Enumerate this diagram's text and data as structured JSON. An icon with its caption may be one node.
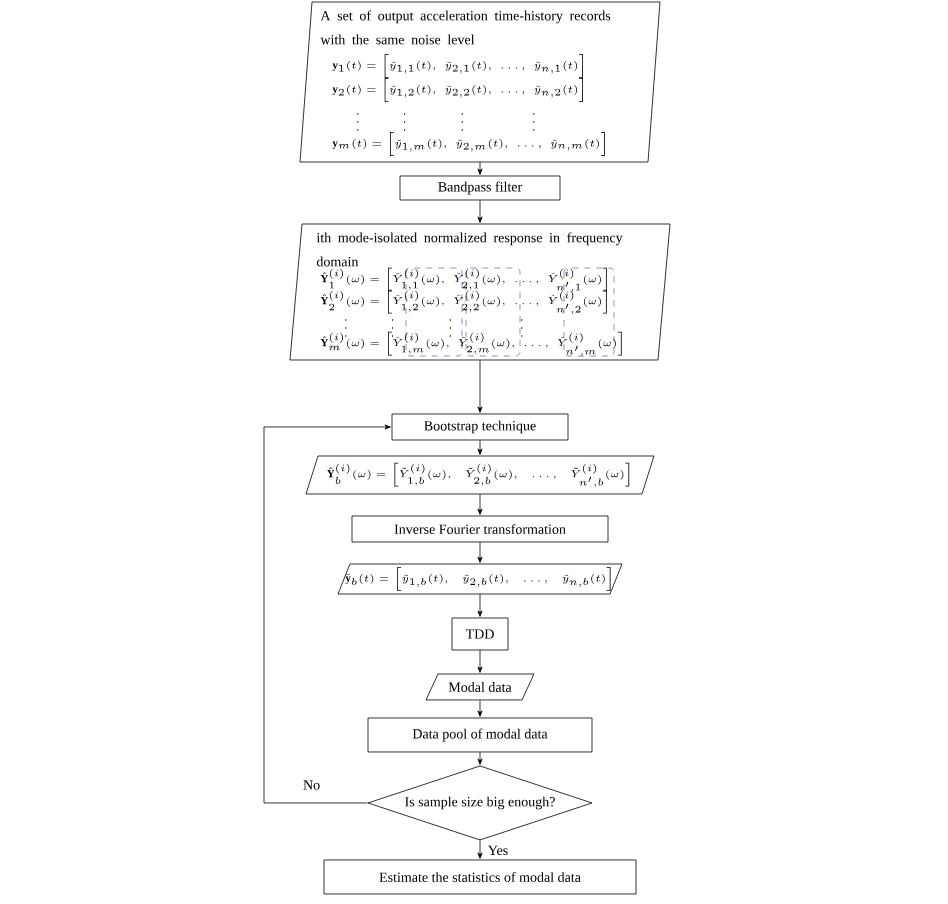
{
  "diagram": {
    "nodes": [
      {
        "text": [
          "A set of output acceleration time-history records with the same noise level",
          "\\mathbf{y}_1(t)=\\left[\\tilde{y}_{1,1}(t),\\ \\ \\tilde{y}_{2,1}(t),\\ \\ \\ldots,\\ \\ \\tilde{y}_{n,1}(t)\\right]",
          "\\mathbf{y}_2(t)=\\left[\\tilde{y}_{1,2}(t),\\ \\ \\tilde{y}_{2,2}(t),\\ \\ \\ldots,\\ \\ \\tilde{y}_{n,2}(t)\\right]",
          "\\vdots\\qquad\\qquad\\vdots\\qquad\\qquad\\quad\\vdots\\qquad\\qquad\\qquad\\ \\vdots",
          "\\mathbf{y}_m(t)=\\left[\\tilde{y}_{1,m}(t),\\ \\ \\tilde{y}_{2,m}(t),\\ \\ \\ldots,\\ \\ \\tilde{y}_{n,m}(t)\\right]"
        ]
      },
      {
        "text": [
          "Bandpass filter"
        ]
      },
      {
        "text": [
          "ith mode-isolated normalized response in frequency domain",
          "\\hat{\\mathbf{Y}}_1^{(i)}(\\omega)=\\left[\\hat{Y}_{1,1}^{(i)}(\\omega),\\ \\ \\hat{Y}_{2,1}^{(i)}(\\omega),\\ \\ \\ldots,\\ \\ \\hat{Y}_{n',1}^{(i)}(\\omega)\\right]",
          "\\hat{\\mathbf{Y}}_2^{(i)}(\\omega)=\\left[\\hat{Y}_{1,2}^{(i)}(\\omega),\\ \\ \\hat{Y}_{2,2}^{(i)}(\\omega),\\ \\ \\ldots,\\ \\ \\hat{Y}_{n',2}^{(i)}(\\omega)\\right]",
          "\\vdots\\qquad\\qquad\\vdots\\qquad\\qquad\\quad\\vdots\\qquad\\qquad\\qquad\\ \\vdots",
          "\\hat{\\mathbf{Y}}_m^{(i)}(\\omega)=\\left[\\hat{Y}_{1,m}^{(i)}(\\omega),\\ \\ \\hat{Y}_{2,m}^{(i)}(\\omega),\\ \\ \\ldots,\\ \\ \\hat{Y}_{n',m}^{(i)}(\\omega)\\right]"
        ]
      },
      {
        "text": [
          "Bootstrap technique"
        ]
      },
      {
        "text": [
          "\\hat{\\mathbf{Y}}_b^{(i)}(\\omega)=\\left[\\tilde{Y}_{1,b}^{(i)}(\\omega),\\quad \\tilde{Y}_{2,b}^{(i)}(\\omega),\\quad \\ldots,\\quad \\tilde{Y}_{n',b}^{(i)}(\\omega)\\right]"
        ]
      },
      {
        "text": [
          "Inverse Fourier transformation"
        ]
      },
      {
        "text": [
          "\\tilde{\\mathbf{y}}_b(t)=\\left[\\tilde{y}_{1,b}(t),\\quad \\tilde{y}_{2,b}(t),\\quad \\ldots,\\quad \\tilde{y}_{n,b}(t)\\right]"
        ]
      },
      {
        "text": [
          "TDD"
        ]
      },
      {
        "text": [
          "Modal data"
        ]
      },
      {
        "text": [
          "Data pool of modal data"
        ]
      },
      {
        "text": [
          "Is sample size big enough?"
        ]
      },
      {
        "text": [
          "Estimate the statistics of modal data"
        ]
      }
    ],
    "edges": [
      {
        "from": 0,
        "to": 1,
        "arrow": "to"
      },
      {
        "from": 1,
        "to": 2,
        "arrow": "to"
      },
      {
        "from": 2,
        "to": 3,
        "arrow": "to"
      },
      {
        "from": 3,
        "to": 4,
        "arrow": "to"
      },
      {
        "from": 4,
        "to": 5,
        "arrow": "to"
      },
      {
        "from": 5,
        "to": 6,
        "arrow": "to"
      },
      {
        "from": 6,
        "to": 7,
        "arrow": "to"
      },
      {
        "from": 7,
        "to": 8,
        "arrow": "to"
      },
      {
        "from": 8,
        "to": 9,
        "arrow": "to"
      },
      {
        "from": 9,
        "to": 10,
        "arrow": "to"
      },
      {
        "from": 10,
        "to": 11,
        "arrow": "to",
        "label": "Yes"
      },
      {
        "from": 10,
        "to": 3,
        "arrow": "to",
        "label": "No"
      }
    ]
  }
}
